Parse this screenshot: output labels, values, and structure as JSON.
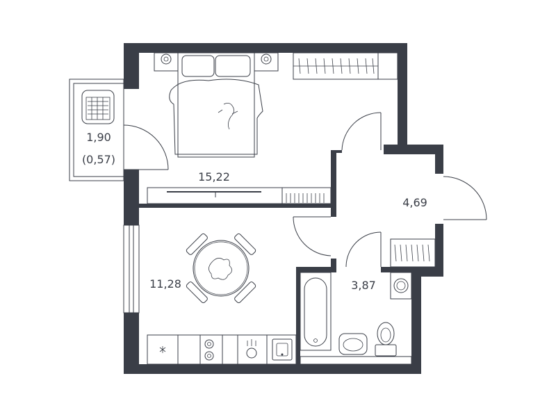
{
  "colors": {
    "wall": "#3a3e47",
    "line": "#3a3e47",
    "background": "#ffffff"
  },
  "rooms": {
    "balcony": {
      "area": "1,90",
      "area_reduced": "(0,57)"
    },
    "bedroom": {
      "area": "15,22"
    },
    "hallway": {
      "area": "4,69"
    },
    "living": {
      "area": "11,28"
    },
    "bathroom": {
      "area": "3,87"
    }
  },
  "icons": [
    "bed-icon",
    "nightstand-icon",
    "wardrobe-icon",
    "armchair-icon",
    "dining-table-icon",
    "kitchen-counter-icon",
    "stove-icon",
    "sink-icon",
    "bathtub-icon",
    "toilet-icon",
    "washing-machine-icon",
    "tv-stand-icon"
  ]
}
